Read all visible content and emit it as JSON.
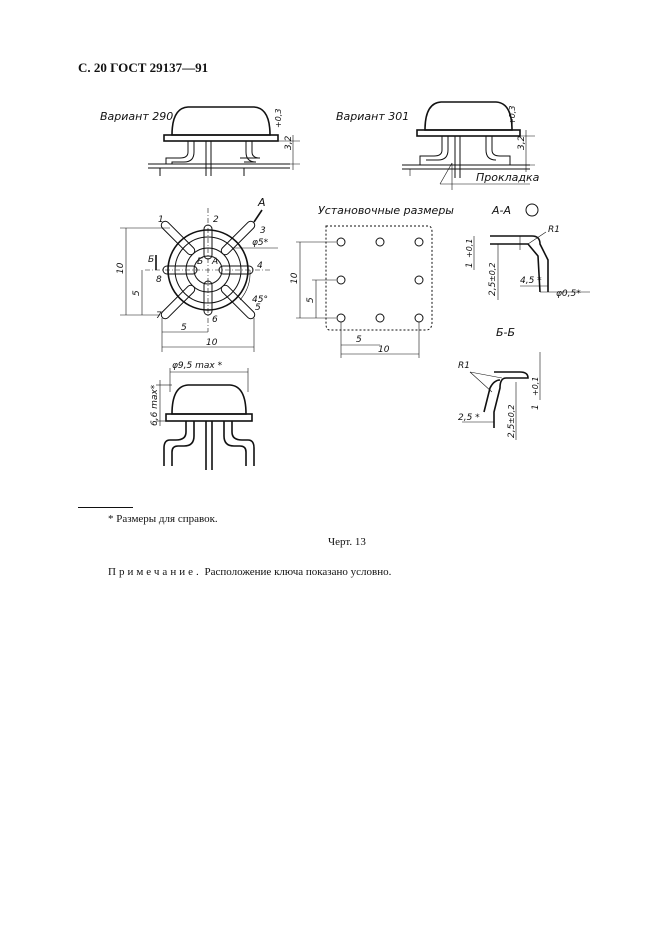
{
  "header": "С. 20 ГОСТ 29137—91",
  "drawing": {
    "variant_290": "Вариант 290",
    "variant_301": "Вариант 301",
    "dim_32": "3,2",
    "tol_03": "+0,3",
    "gasket": "Прокладка",
    "view_a": "А",
    "mount_title": "Установочные размеры",
    "section_aa": "А-А",
    "section_bb": "Б-Б",
    "r1": "R1",
    "phi5": "φ5*",
    "angle45": "45°",
    "dim_10": "10",
    "dim_5": "5",
    "dim_1": "1",
    "tol_01": "+0,1",
    "dim_25": "2,5",
    "tol_02": "±0,2",
    "dim_45": "4,5 *",
    "phi05": "φ0,5*",
    "dim_25s": "2,5 *",
    "phi95": "φ9,5 max *",
    "h66": "6,6 max*",
    "label_b": "Б",
    "label_a_small": "А",
    "pins": [
      "1",
      "2",
      "3",
      "4",
      "5",
      "6",
      "7",
      "8"
    ]
  },
  "footnote": "*  Размеры для справок.",
  "caption": "Черт. 13",
  "note": {
    "label": "Примечание.",
    "text": " Расположение ключа показано условно."
  }
}
